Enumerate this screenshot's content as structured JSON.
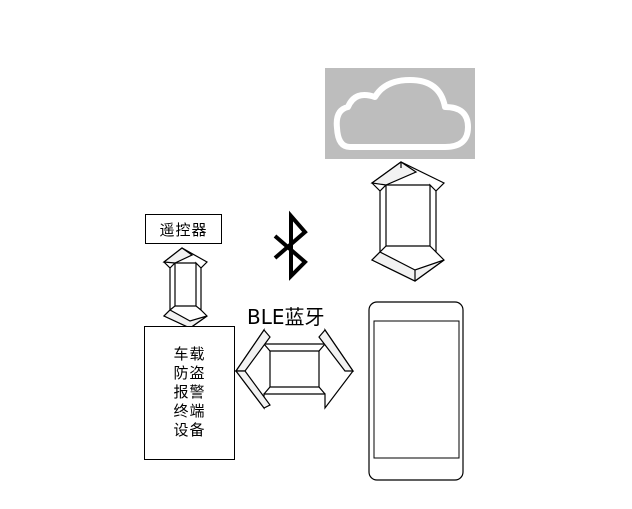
{
  "remote": {
    "label": "遥控器"
  },
  "terminal": {
    "lines": [
      "车载",
      "防盗",
      "报警",
      "终端",
      "设备"
    ]
  },
  "ble": {
    "label": "BLE蓝牙"
  },
  "icons": {
    "cloud": "cloud-icon",
    "bluetooth": "bluetooth-icon",
    "phone": "smartphone-icon"
  },
  "colors": {
    "cloud_bg": "#bdbdbd",
    "line": "#000000"
  }
}
